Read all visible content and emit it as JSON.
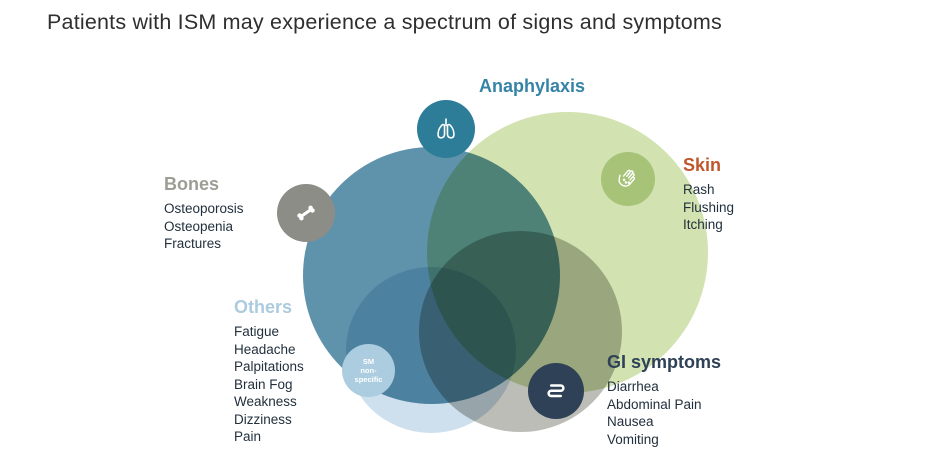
{
  "title": "Patients with ISM may experience a spectrum of signs and symptoms",
  "groups": {
    "anaphylaxis": {
      "label": "Anaphylaxis"
    },
    "skin": {
      "label": "Skin",
      "items": [
        "Rash",
        "Flushing",
        "Itching"
      ]
    },
    "bones": {
      "label": "Bones",
      "items": [
        "Osteoporosis",
        "Osteopenia",
        "Fractures"
      ]
    },
    "others": {
      "label": "Others",
      "items": [
        "Fatigue",
        "Headache",
        "Palpitations",
        "Brain Fog",
        "Weakness",
        "Dizziness",
        "Pain"
      ]
    },
    "gi": {
      "label": "GI symptoms",
      "items": [
        "Diarrhea",
        "Abdominal Pain",
        "Nausea",
        "Vomiting"
      ]
    },
    "sm_nonspecific": {
      "lines": [
        "SM",
        "non-",
        "specific"
      ]
    }
  },
  "colors": {
    "teal_badge": "#2d7d99",
    "teal_label": "#3583a6",
    "green_badge": "#a6c378",
    "gray_badge": "#8d8d87",
    "navy": "#2e4156",
    "lightblue_badge": "#abcddf",
    "orange": "#c0572b",
    "bones_label": "#9d9d95",
    "others_label": "#abcbdf",
    "text": "#22303d",
    "blue_circle": "#5f93ac",
    "green_circle": "#d2e2b0",
    "gray_circle": "#bbbdb6",
    "lightblue_circle": "#cedfee",
    "title_text": "#2f2f2f"
  }
}
